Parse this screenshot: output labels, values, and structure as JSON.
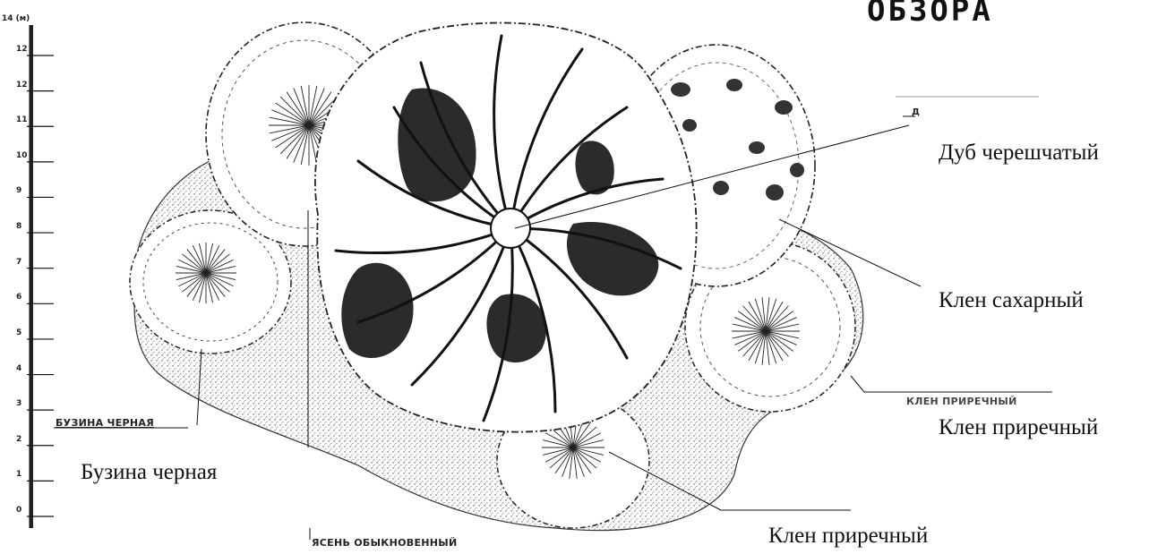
{
  "title": "ОБЗОРА",
  "scale": {
    "top_label": "14 (м)",
    "ticks": [
      "12",
      "12",
      "11",
      "10",
      "9",
      "8",
      "7",
      "6",
      "5",
      "4",
      "3",
      "2",
      "1",
      "0"
    ]
  },
  "printed_labels": {
    "buzina": "БУЗИНА ЧЕРНАЯ",
    "yasen": "ЯСЕНЬ ОБЫКНОВЕННЫЙ",
    "klen_prirechny": "КЛЕН ПРИРЕЧНЫЙ",
    "dub_fragment": "Д"
  },
  "annotations": {
    "dub": "Дуб черешчатый",
    "klen_sakharny": "Клен сахарный",
    "klen_prirechny_1": "Клен приречный",
    "buzina": "Бузина черная",
    "klen_prirechny_2": "Клен приречный"
  }
}
